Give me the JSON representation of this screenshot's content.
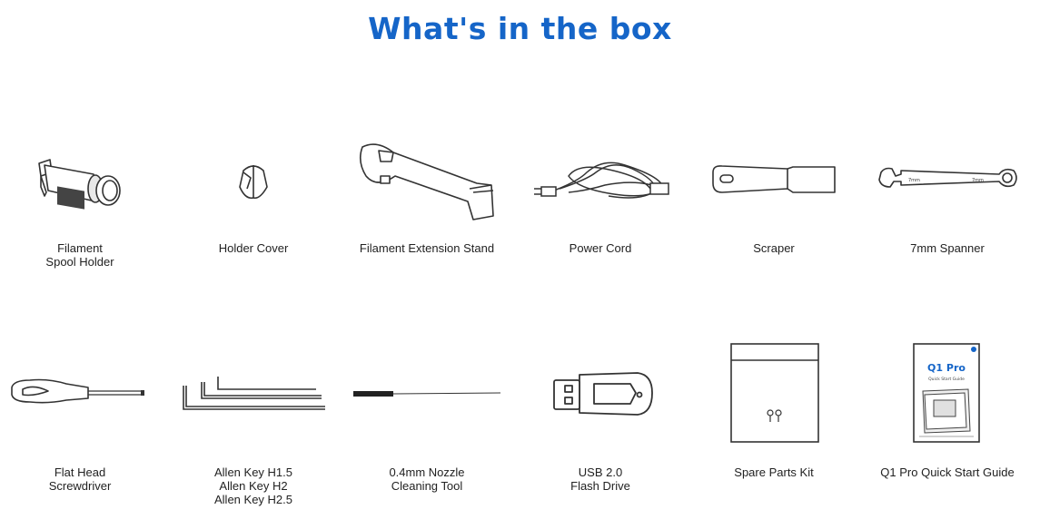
{
  "page": {
    "title": "What's in the box"
  },
  "items": [
    {
      "id": "filament-spool-holder",
      "lines": [
        "Filament",
        "Spool Holder"
      ]
    },
    {
      "id": "holder-cover",
      "lines": [
        "Holder Cover"
      ]
    },
    {
      "id": "filament-extension-stand",
      "lines": [
        "Filament Extension Stand"
      ]
    },
    {
      "id": "power-cord",
      "lines": [
        "Power Cord"
      ]
    },
    {
      "id": "scraper",
      "lines": [
        "Scraper"
      ]
    },
    {
      "id": "spanner",
      "lines": [
        "7mm Spanner"
      ],
      "marks": [
        "7mm",
        "7mm"
      ]
    },
    {
      "id": "flat-head-screwdriver",
      "lines": [
        "Flat Head",
        "Screwdriver"
      ]
    },
    {
      "id": "allen-keys",
      "lines": [
        "Allen Key H1.5",
        "Allen Key H2",
        "Allen Key H2.5"
      ]
    },
    {
      "id": "nozzle-cleaning-tool",
      "lines": [
        "0.4mm Nozzle",
        "Cleaning Tool"
      ]
    },
    {
      "id": "usb-flash-drive",
      "lines": [
        "USB 2.0",
        "Flash Drive"
      ]
    },
    {
      "id": "spare-parts-kit",
      "lines": [
        "Spare Parts Kit"
      ]
    },
    {
      "id": "quick-start-guide",
      "lines": [
        "Q1 Pro Quick Start Guide"
      ],
      "cover_title": "Q1 Pro",
      "cover_subtitle": "Quick Start Guide"
    }
  ],
  "colors": {
    "title": "#1565c8",
    "text": "#222222",
    "line": "#333333"
  }
}
